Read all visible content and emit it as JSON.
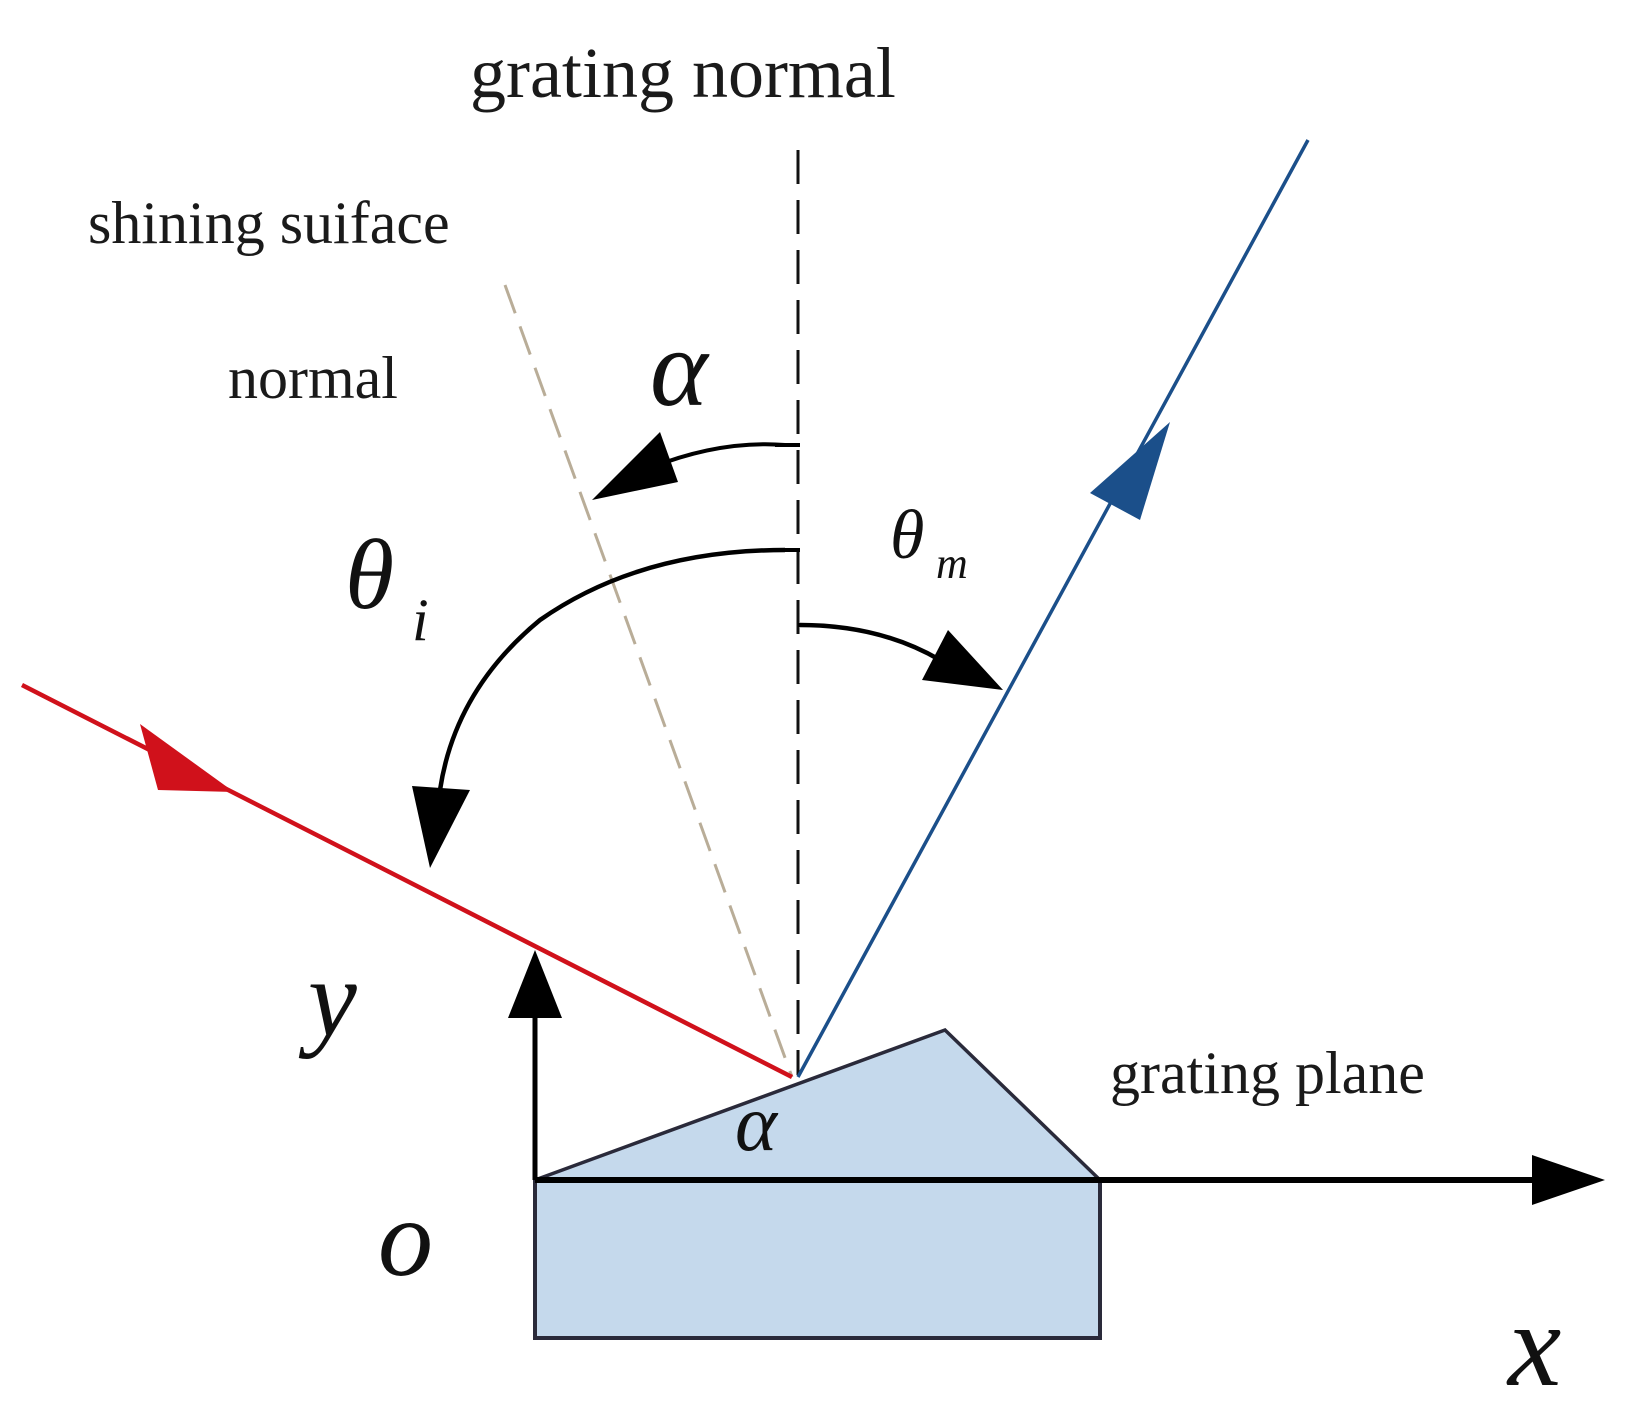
{
  "labels": {
    "grating_normal": "grating normal",
    "shining_surface_line1": "shining suiface",
    "shining_surface_line2": "normal",
    "grating_plane": "grating plane",
    "alpha_top": "α",
    "alpha_bottom": "α",
    "theta_i_base": "θ",
    "theta_i_sub": "i",
    "theta_m_base": "θ",
    "theta_m_sub": "m",
    "y_axis": "y",
    "origin": "o",
    "x_axis": "x"
  },
  "colors": {
    "incident_ray": "#d0111b",
    "diffracted_ray": "#1b4f8a",
    "grating_fill": "#c5d9ec",
    "grating_stroke": "#2a2a3a",
    "blaze_normal": "#b9ad98",
    "axis": "#000000"
  }
}
